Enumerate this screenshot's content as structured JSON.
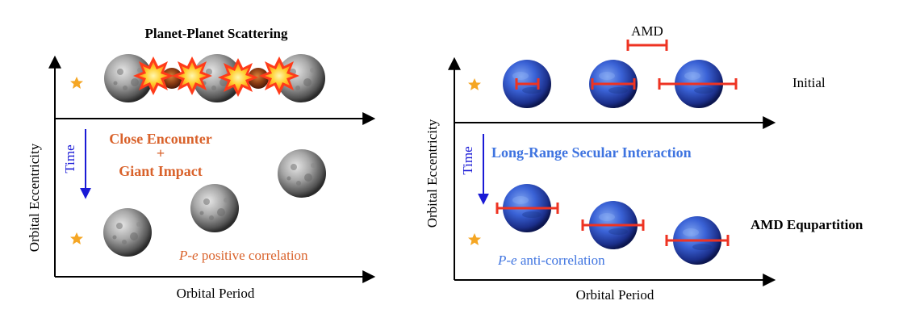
{
  "left_panel": {
    "title": "Planet-Planet Scattering",
    "y_axis_label": "Orbital Eccentricity",
    "x_axis_label": "Orbital Period",
    "time_label": "Time",
    "process_line1": "Close Encounter",
    "process_plus": "+",
    "process_line2": "Giant Impact",
    "correlation_italic": "P-e",
    "correlation_text": " positive correlation"
  },
  "right_panel": {
    "amd_label": "AMD",
    "initial_label": "Initial",
    "y_axis_label": "Orbital Eccentricity",
    "x_axis_label": "Orbital Period",
    "time_label": "Time",
    "process_label": "Long-Range Secular Interaction",
    "final_label": "AMD Equpartition",
    "correlation_italic": "P-e",
    "correlation_text": " anti-correlation"
  },
  "colors": {
    "orange_text": "#d9622b",
    "blue_text": "#3f74e0",
    "time_arrow": "#1a1ad6",
    "amd_bar": "#ee3322",
    "star": "#f5a623",
    "rocky_planet": "#8a8a8a",
    "blue_planet": "#2a4fc4"
  },
  "icons": [
    "star-icon",
    "rocky-planet-icon",
    "explosion-icon",
    "blue-planet-icon",
    "amd-bar-icon"
  ]
}
